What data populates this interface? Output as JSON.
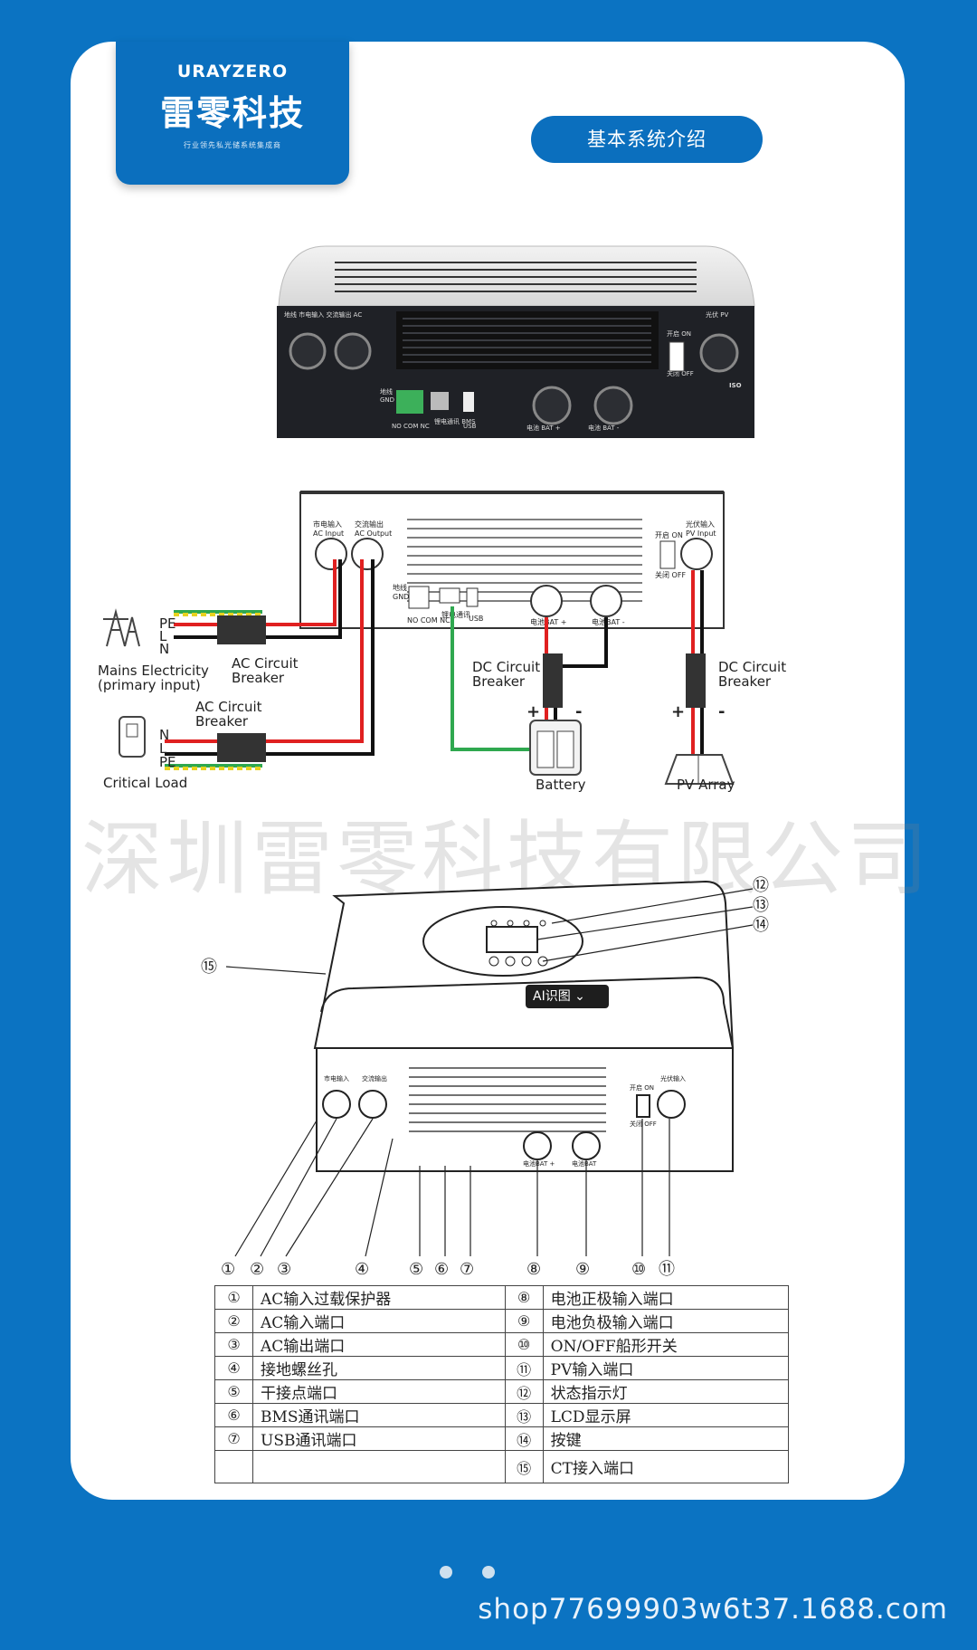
{
  "logo": {
    "brand_en": "URAYZERO",
    "brand_cn": "雷零科技",
    "tagline": "行业领先私光储系统集成商"
  },
  "header": {
    "title": "基本系统介绍"
  },
  "photo": {
    "labels": [
      "地线",
      "市电输入",
      "交流输出",
      "AC",
      "光伏",
      "PV",
      "开启",
      "ON",
      "关闭",
      "OFF",
      "地线",
      "GND",
      "NO",
      "COM",
      "NC",
      "锂电通讯",
      "BMS",
      "USB",
      "电池",
      "BAT +",
      "电池",
      "BAT -",
      "ISO"
    ]
  },
  "wiring": {
    "panel_labels": {
      "ac_in_cn": "市电输入",
      "ac_in_en": "AC Input",
      "ac_out_cn": "交流输出",
      "ac_out_en": "AC Output",
      "pv_in_cn": "光伏输入",
      "pv_in_en": "PV Input",
      "switch_on": "开启 ON",
      "switch_off": "关闭 OFF",
      "gnd_cn": "地线",
      "gnd_en": "GND",
      "dry": "NO COM NC",
      "bms": "锂电通讯",
      "usb": "USB",
      "bat_pos": "电池BAT +",
      "bat_neg": "电池BAT -"
    },
    "mains_wires": [
      "PE",
      "L",
      "N"
    ],
    "mains_label": [
      "Mains Electricity",
      "(primary input)"
    ],
    "ac_breaker_1": [
      "AC Circuit",
      "Breaker"
    ],
    "ac_breaker_2": [
      "AC Circuit",
      "Breaker"
    ],
    "load_wires": [
      "N",
      "L",
      "PE"
    ],
    "load_label": "Critical Load",
    "dc_breaker_1": [
      "DC Circuit",
      "Breaker"
    ],
    "dc_breaker_2": [
      "DC Circuit",
      "Breaker"
    ],
    "battery_label": "Battery",
    "pv_label": "PV Array",
    "plus": "+",
    "minus": "-",
    "colors": {
      "red": "#e02020",
      "black": "#111111",
      "green": "#2fa84f",
      "yellow": "#e8d21f"
    }
  },
  "watermark": "深圳雷零科技有限公司",
  "drawing": {
    "callouts_top": [
      "⑫",
      "⑬",
      "⑭"
    ],
    "callout_left": "⑮",
    "callouts_bottom": [
      "①",
      "②",
      "③",
      "④",
      "⑤",
      "⑥",
      "⑦",
      "⑧",
      "⑨",
      "⑩",
      "⑪"
    ],
    "ai_chip": "AI识图",
    "panel_labels": {
      "ac_in": "市电输入",
      "ac_out": "交流输出",
      "pv_in": "光伏输入",
      "on": "开启 ON",
      "off": "关闭 OFF",
      "bat_pos": "电池BAT +",
      "bat_neg": "电池BAT"
    }
  },
  "legend": {
    "rows": [
      {
        "n1": "①",
        "t1": "AC输入过载保护器",
        "n2": "⑧",
        "t2": "电池正极输入端口"
      },
      {
        "n1": "②",
        "t1": "AC输入端口",
        "n2": "⑨",
        "t2": "电池负极输入端口"
      },
      {
        "n1": "③",
        "t1": "AC输出端口",
        "n2": "⑩",
        "t2": "ON/OFF船形开关"
      },
      {
        "n1": "④",
        "t1": "接地螺丝孔",
        "n2": "⑪",
        "t2": "PV输入端口"
      },
      {
        "n1": "⑤",
        "t1": "干接点端口",
        "n2": "⑫",
        "t2": "状态指示灯"
      },
      {
        "n1": "⑥",
        "t1": "BMS通讯端口",
        "n2": "⑬",
        "t2": "LCD显示屏"
      },
      {
        "n1": "⑦",
        "t1": "USB通讯端口",
        "n2": "⑭",
        "t2": "按键"
      },
      {
        "n1": "",
        "t1": "",
        "n2": "⑮",
        "t2": "CT接入端口"
      }
    ]
  },
  "footer": {
    "shop": "shop77699903w6t37.1688.com"
  }
}
